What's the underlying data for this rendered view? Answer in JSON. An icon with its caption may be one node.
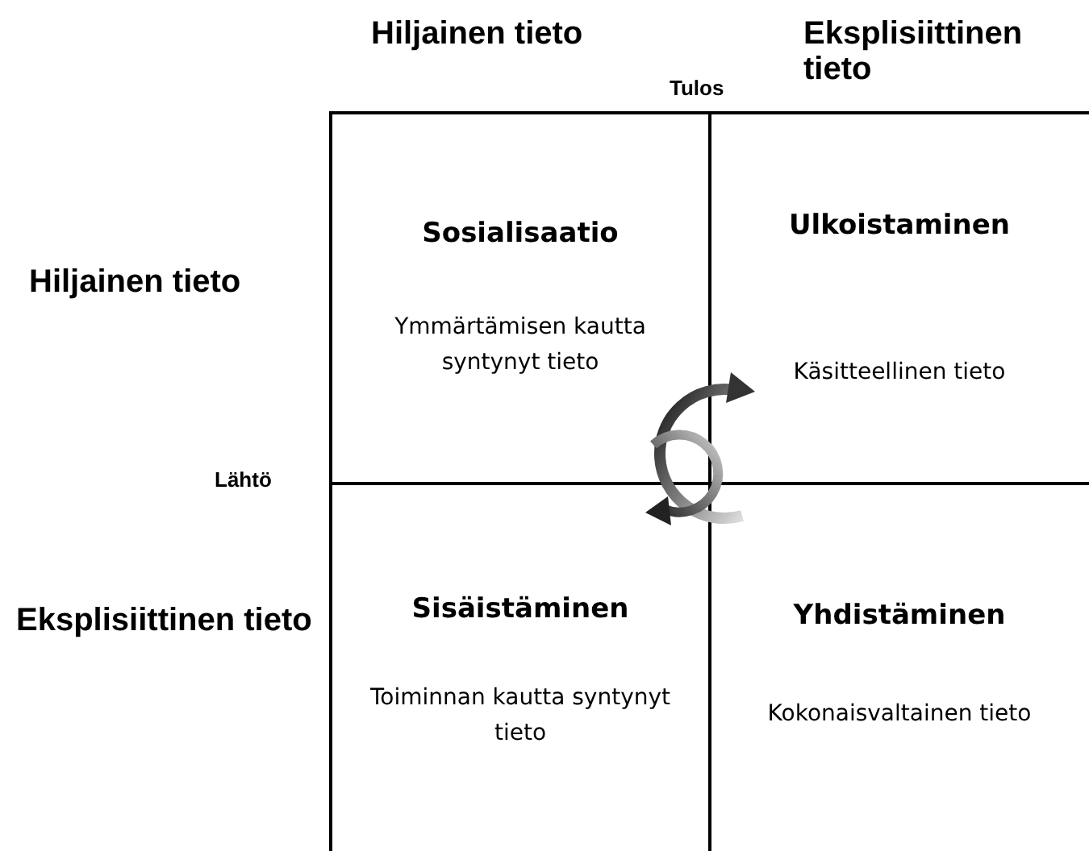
{
  "diagram": {
    "nodes": [
      {
        "text": [
          "Sosialisaatio",
          "Ymmärtämisen kautta syntynyt tieto"
        ]
      },
      {
        "text": [
          "Ulkoistaminen",
          "Käsitteellinen tieto"
        ]
      },
      {
        "text": [
          "Sisäistäminen",
          "Toiminnan kautta syntynyt tieto"
        ]
      },
      {
        "text": [
          "Yhdistäminen",
          "Kokonaisvaltainen tieto"
        ]
      }
    ],
    "edges": [],
    "labels": [
      "Hiljainen tieto",
      "Eksplisiittinen tieto",
      "Tulos",
      "Hiljainen tieto",
      "Lähtö",
      "Eksplisiittinen tieto"
    ]
  }
}
